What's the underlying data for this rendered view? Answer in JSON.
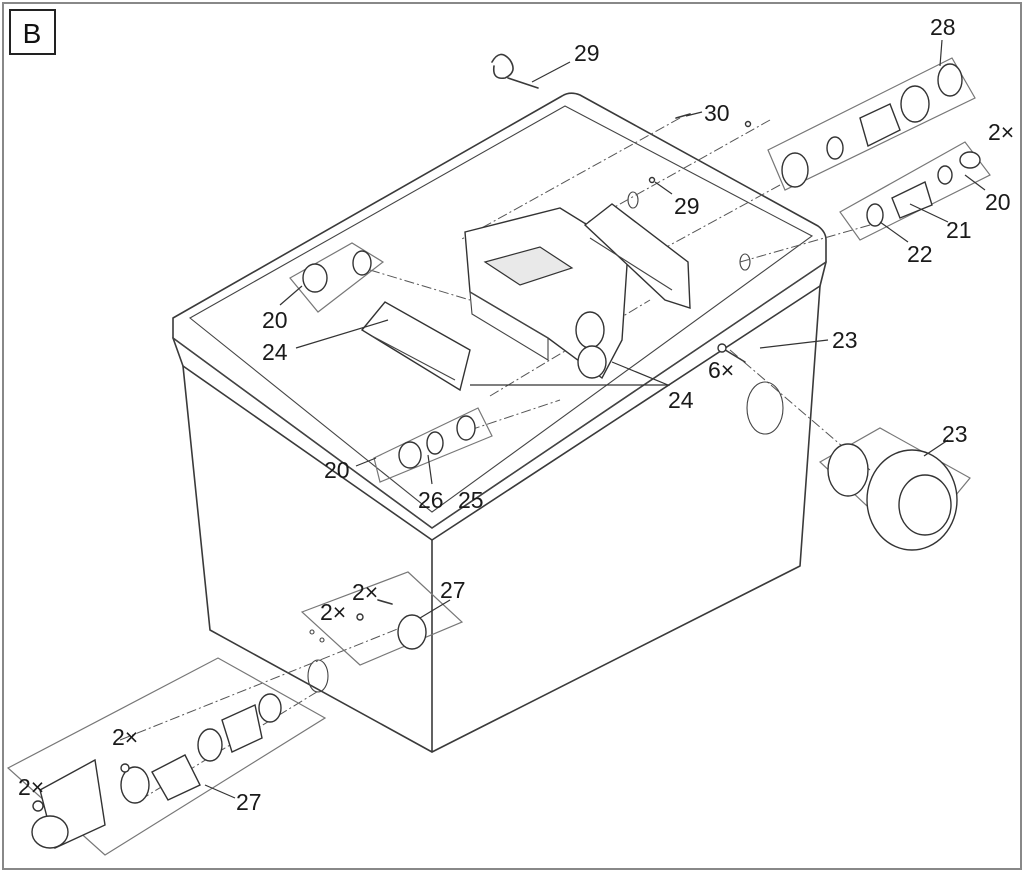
{
  "section_letter": "B",
  "callouts": {
    "c28": "28",
    "c29_top": "29",
    "c30": "30",
    "c2x_right": "2×",
    "c29_mid": "29",
    "c20_right": "20",
    "c21": "21",
    "c22": "22",
    "c20_left_top": "20",
    "c24_left": "24",
    "c23_top": "23",
    "c6x": "6×",
    "c24_center": "24",
    "c23_right": "23",
    "c20_left_bottom": "20",
    "c26": "26",
    "c25": "25",
    "c27_top": "27",
    "c2x_a": "2×",
    "c2x_b": "2×",
    "c2x_c": "2×",
    "c2x_d": "2×",
    "c27_bottom": "27"
  }
}
